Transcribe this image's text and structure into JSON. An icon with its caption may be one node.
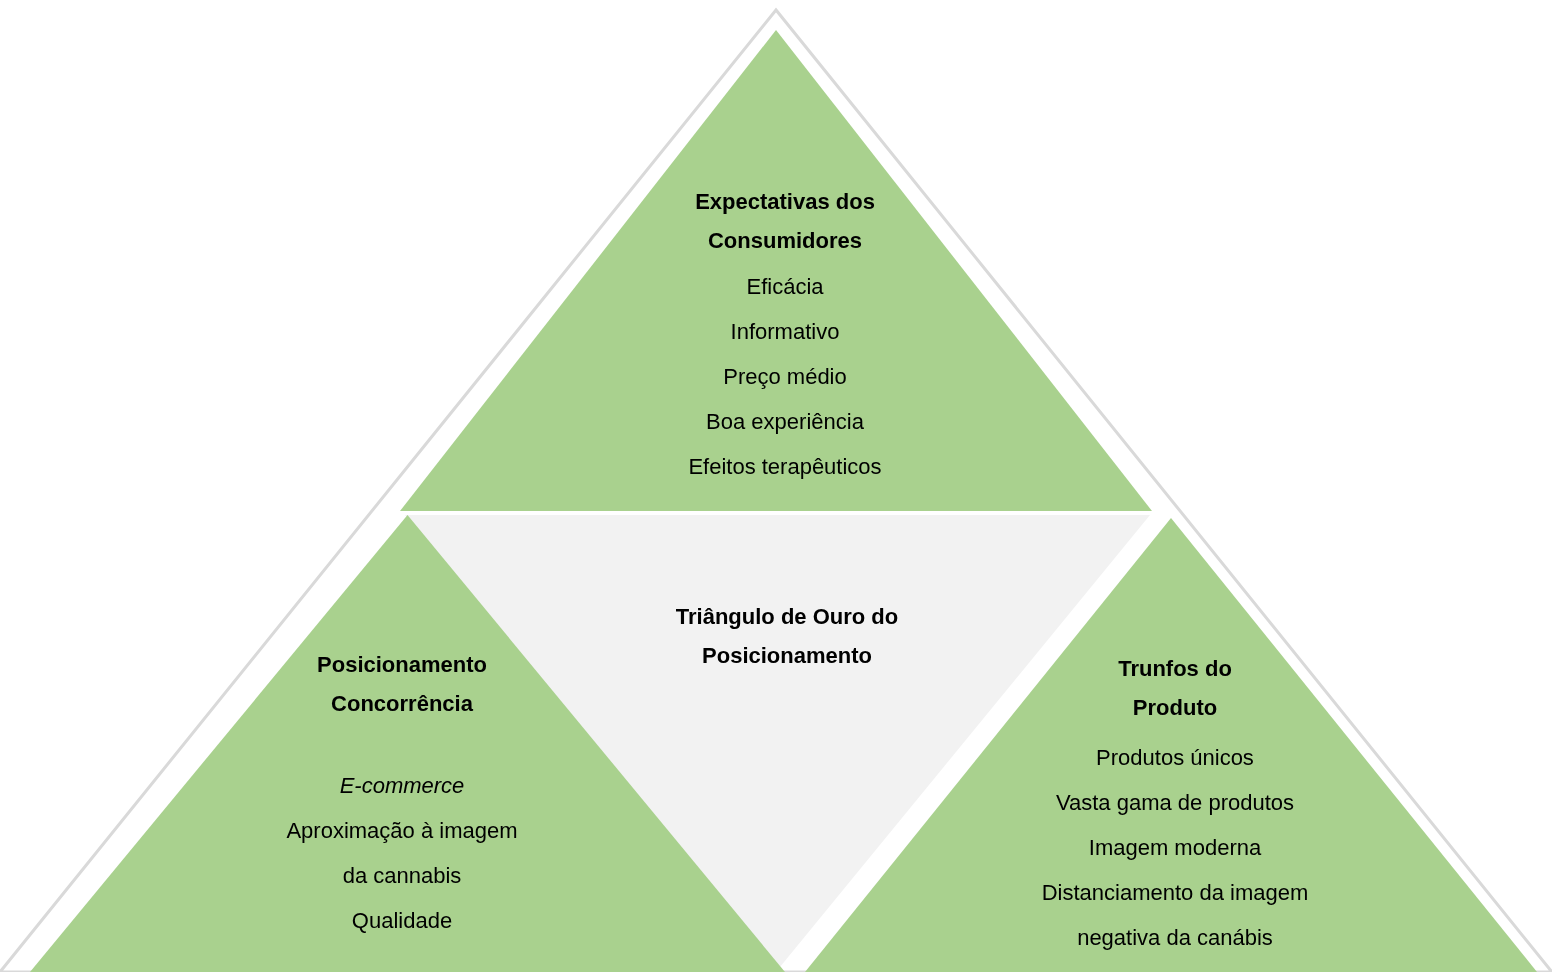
{
  "diagram": {
    "nodes": [
      {
        "text": [],
        "shape": "triangle"
      },
      {
        "text": [
          "Expectativas dos Consumidores",
          "Eficácia",
          "Informativo",
          "Preço médio",
          "Boa experiência",
          "Efeitos terapêuticos"
        ],
        "in": 0
      },
      {
        "text": [
          "Triângulo de Ouro do Posicionamento"
        ],
        "in": 0
      },
      {
        "text": [
          "Posicionamento Concorrência",
          "E-commerce",
          "Aproximação à imagem da cannabis",
          "Qualidade"
        ],
        "in": 0
      },
      {
        "text": [
          "Trunfos do Produto",
          "Produtos únicos",
          "Vasta gama de produtos",
          "Imagem moderna",
          "Distanciamento da imagem negativa da canábis"
        ],
        "in": 0
      }
    ]
  }
}
